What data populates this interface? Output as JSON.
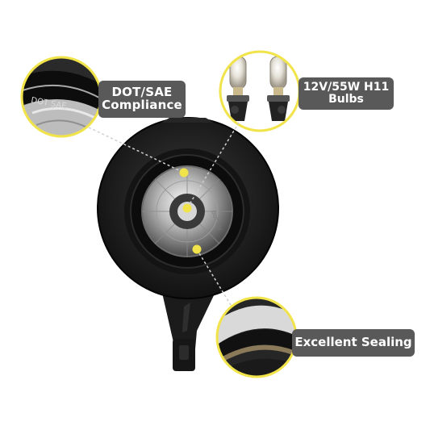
{
  "callouts": {
    "dot_sae": {
      "line1": "DOT/SAE",
      "line2": "Compliance"
    },
    "bulbs": {
      "line1": "12V/55W H11",
      "line2": "Bulbs"
    },
    "sealing": {
      "label": "Excellent Sealing"
    }
  },
  "lens_marking": "DOT SAE",
  "colors": {
    "accent_ring": "#f1e34a",
    "label_bg": "#595959",
    "housing": "#1e1e1e"
  }
}
